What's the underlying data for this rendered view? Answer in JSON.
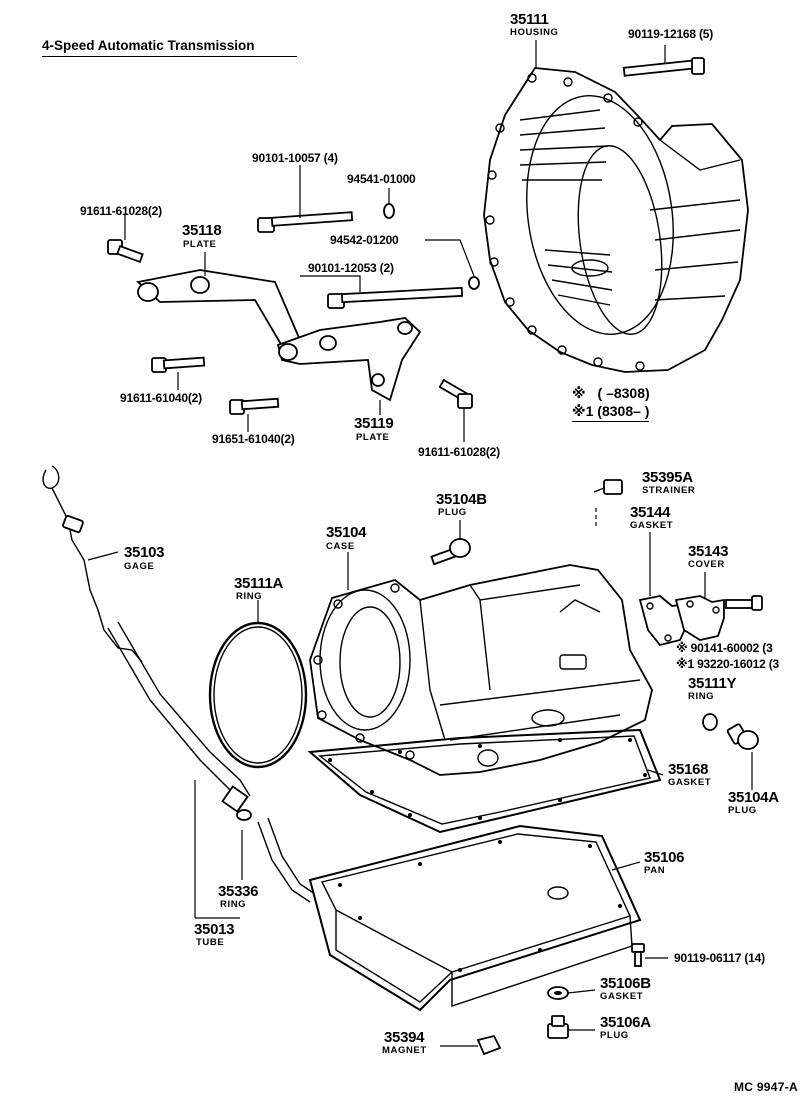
{
  "title": "4-Speed Automatic Transmission",
  "footer": "MC  9947-A",
  "notes": {
    "row1_mark": "※",
    "row1_text": "(      –8308)",
    "row2_mark": "※1",
    "row2_text": "(8308–       )"
  },
  "labels": {
    "l35111": "35111",
    "l35111_sub": "HOUSING",
    "l90119_12168": "90119-12168 (5)",
    "l90101_10057": "90101-10057 (4)",
    "l94541": "94541-01000",
    "l94542": "94542-01200",
    "l90101_12053": "90101-12053 (2)",
    "l91611_61028a": "91611-61028(2)",
    "l35118": "35118",
    "l35118_sub": "PLATE",
    "l91611_61040": "91611-61040(2)",
    "l91651_61040": "91651-61040(2)",
    "l35119": "35119",
    "l35119_sub": "PLATE",
    "l91611_61028b": "91611-61028(2)",
    "l35395A": "35395A",
    "l35395A_sub": "STRAINER",
    "l35104B": "35104B",
    "l35104B_sub": "PLUG",
    "l35144": "35144",
    "l35144_sub": "GASKET",
    "l35103": "35103",
    "l35103_sub": "GAGE",
    "l35104": "35104",
    "l35104_sub": "CASE",
    "l35143": "35143",
    "l35143_sub": "COVER",
    "l35111A": "35111A",
    "l35111A_sub": "RING",
    "l90141": "※  90141-60002 (3",
    "l93220": "※1 93220-16012 (3",
    "l35111Y": "35111Y",
    "l35111Y_sub": "RING",
    "l35168": "35168",
    "l35168_sub": "GASKET",
    "l35104A": "35104A",
    "l35104A_sub": "PLUG",
    "l35106": "35106",
    "l35106_sub": "PAN",
    "l35336": "35336",
    "l35336_sub": "RING",
    "l35013": "35013",
    "l35013_sub": "TUBE",
    "l90119_06117": "90119-06117 (14)",
    "l35106B": "35106B",
    "l35106B_sub": "GASKET",
    "l35394": "35394",
    "l35394_sub": "MAGNET",
    "l35106A": "35106A",
    "l35106A_sub": "PLUG"
  }
}
